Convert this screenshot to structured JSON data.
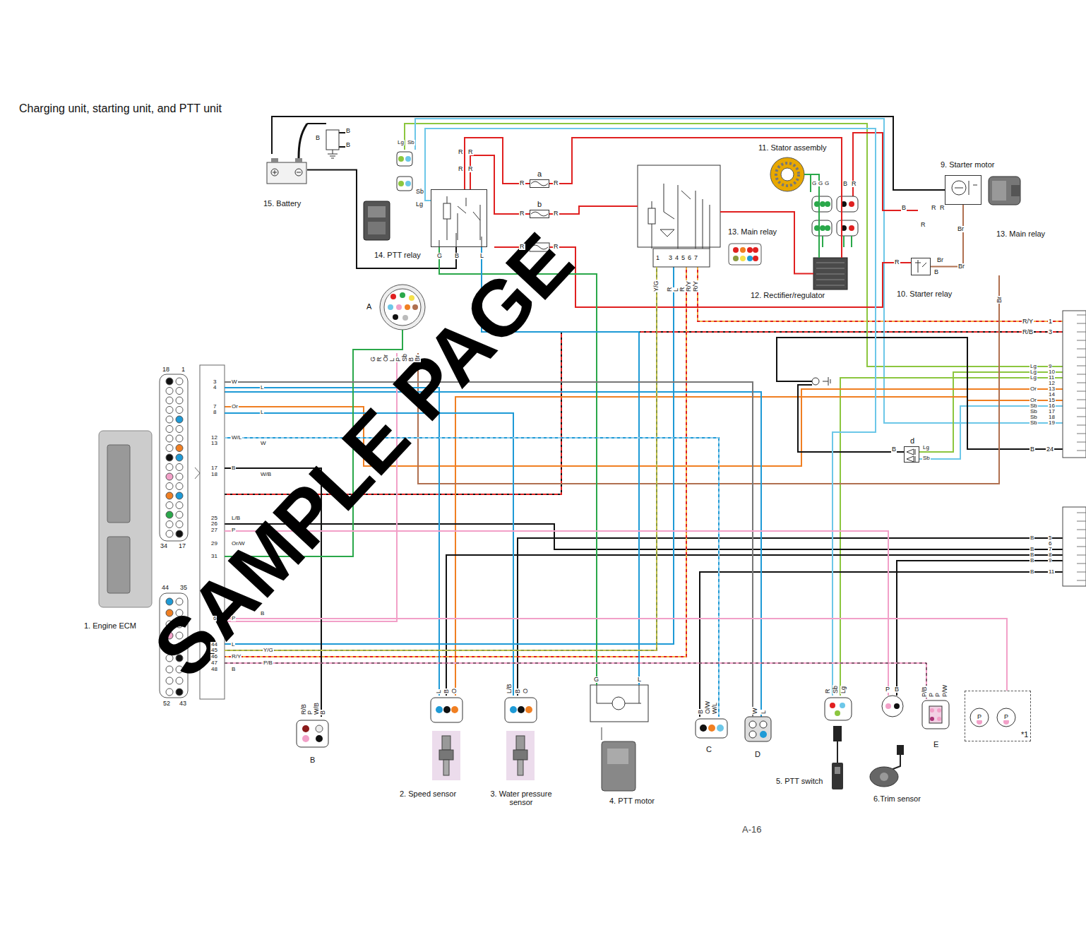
{
  "diagram": {
    "title": "Charging unit, starting unit, and PTT unit",
    "nodes": [
      {
        "text": [
          "15. Battery"
        ]
      },
      {
        "text": [
          "14. PTT relay"
        ]
      },
      {
        "text": [
          "a"
        ]
      },
      {
        "text": [
          "b"
        ]
      },
      {
        "text": [
          "13. Main relay"
        ]
      },
      {
        "text": [
          "11. Stator assembly"
        ]
      },
      {
        "text": [
          "12. Rectifier/regulator"
        ]
      },
      {
        "text": [
          "9. Starter motor"
        ]
      },
      {
        "text": [
          "10. Starter relay"
        ]
      },
      {
        "text": [
          "A"
        ]
      },
      {
        "text": [
          "1. Engine ECM"
        ]
      },
      {
        "text": [
          "B"
        ]
      },
      {
        "text": [
          "2. Speed sensor"
        ]
      },
      {
        "text": [
          "3. Water pressure sensor"
        ]
      },
      {
        "text": [
          "4. PTT motor"
        ]
      },
      {
        "text": [
          "C"
        ]
      },
      {
        "text": [
          "D"
        ]
      },
      {
        "text": [
          "5. PTT switch"
        ]
      },
      {
        "text": [
          "6.Trim sensor"
        ]
      },
      {
        "text": [
          "E"
        ]
      },
      {
        "text": [
          "*1"
        ]
      },
      {
        "text": [
          "d"
        ]
      }
    ],
    "edges": [
      {
        "from": 0,
        "to": 1,
        "arrow": "none"
      },
      {
        "from": 1,
        "to": 2,
        "arrow": "none"
      },
      {
        "from": 1,
        "to": 3,
        "arrow": "none"
      },
      {
        "from": 5,
        "to": 6,
        "arrow": "none"
      },
      {
        "from": 6,
        "to": 4,
        "arrow": "none"
      },
      {
        "from": 8,
        "to": 7,
        "arrow": "none"
      },
      {
        "from": 1,
        "to": 14,
        "arrow": "none"
      },
      {
        "from": 1,
        "to": 14,
        "arrow": "none"
      },
      {
        "from": 10,
        "to": 12,
        "arrow": "none"
      },
      {
        "from": 10,
        "to": 13,
        "arrow": "none"
      },
      {
        "from": 10,
        "to": 11,
        "arrow": "none"
      },
      {
        "from": 10,
        "to": 9,
        "arrow": "none"
      },
      {
        "from": 10,
        "to": 4,
        "arrow": "none"
      },
      {
        "from": 10,
        "to": 15,
        "arrow": "none"
      },
      {
        "from": 10,
        "to": 16,
        "arrow": "none"
      },
      {
        "from": 17,
        "to": 1,
        "arrow": "none"
      },
      {
        "from": 10,
        "to": 18,
        "arrow": "none"
      },
      {
        "from": 10,
        "to": 19,
        "arrow": "none"
      },
      {
        "from": 10,
        "to": 20,
        "arrow": "none"
      },
      {
        "from": 0,
        "to": 7,
        "arrow": "none"
      },
      {
        "from": 2,
        "to": 6,
        "arrow": "none"
      },
      {
        "from": 3,
        "to": 4,
        "arrow": "none"
      }
    ],
    "labels": [
      "SAMPLE PAGE",
      "A-16",
      "13. Main relay",
      "B",
      "B",
      "B",
      "Lg",
      "Sb",
      "Sb",
      "Lg",
      "R",
      "R",
      "R",
      "R",
      "G",
      "B",
      "L",
      "R",
      "R",
      "R",
      "R",
      "R",
      "R",
      "1",
      "3",
      "4",
      "5",
      "6",
      "7",
      "Y/G",
      "R",
      "L",
      "R",
      "R/Y",
      "R/Y",
      "G",
      "G",
      "G",
      "B",
      "R",
      "B",
      "R",
      "R",
      "R",
      "Br",
      "R",
      "B",
      "Br",
      "Br",
      "Br",
      "R/Y",
      "1",
      "R/B",
      "3",
      "Lg",
      "Lg",
      "Lg",
      "Or",
      "Or",
      "Sb",
      "Sb",
      "Sb",
      "Sb",
      "9",
      "10",
      "11",
      "12",
      "13",
      "14",
      "15",
      "16",
      "17",
      "18",
      "19",
      "B",
      "24",
      "B",
      "Lg",
      "Sb",
      "5",
      "6",
      "7",
      "8",
      "9",
      "11",
      "B",
      "B",
      "B",
      "B",
      "B",
      "3",
      "4",
      "7",
      "8",
      "12",
      "13",
      "17",
      "18",
      "25",
      "26",
      "27",
      "29",
      "31",
      "44",
      "45",
      "46",
      "47",
      "48",
      "W",
      "L",
      "Or",
      "L",
      "W/L",
      "W",
      "B",
      "W/B",
      "L/B",
      "P",
      "Or/W",
      "P",
      "B",
      "L",
      "Y/G",
      "R/Y",
      "P/B",
      "B",
      "6",
      "18",
      "1",
      "34",
      "17",
      "44",
      "35",
      "52",
      "43",
      "G",
      "R",
      "Or",
      "L",
      "P",
      "Sb",
      "B",
      "Br",
      "R/B",
      "P",
      "W/B",
      "B",
      "L",
      "B",
      "O",
      "L/B",
      "B",
      "O",
      "G",
      "L",
      "B",
      "O/W",
      "W/L",
      "W",
      "L",
      "R",
      "Sb",
      "Lg",
      "P",
      "B",
      "P/B",
      "P",
      "P",
      "P/W",
      "P",
      "P"
    ]
  }
}
